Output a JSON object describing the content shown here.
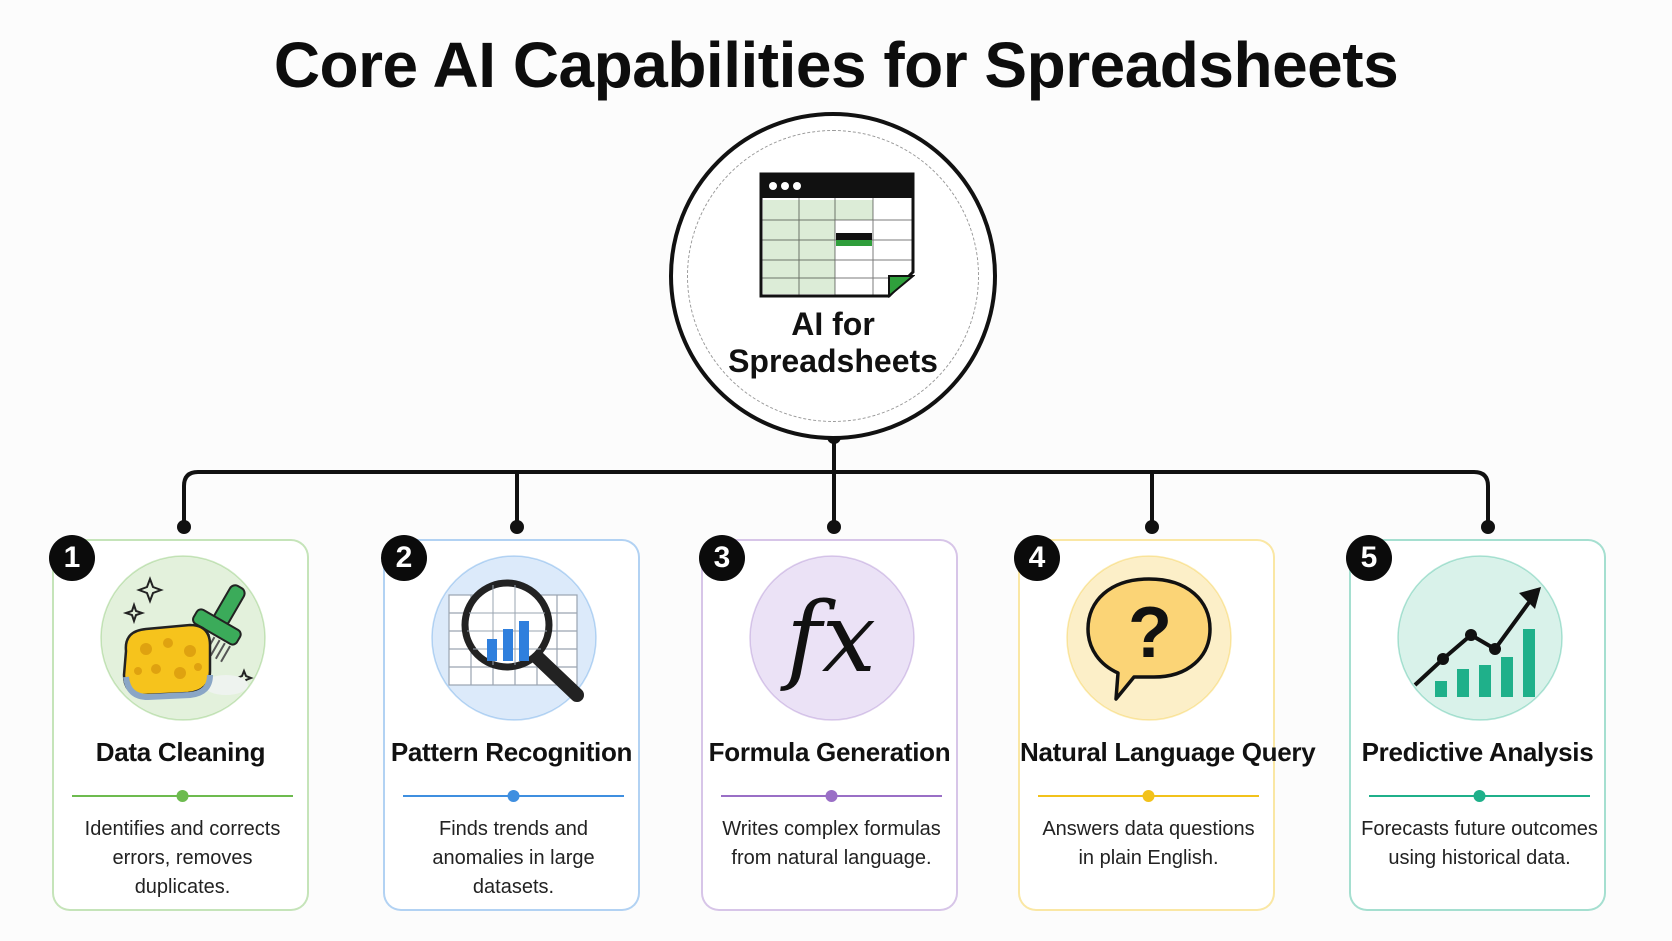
{
  "title": "Core AI Capabilities for Spreadsheets",
  "hub": {
    "label_line1": "AI for",
    "label_line2": "Spreadsheets"
  },
  "cards": [
    {
      "number": "1",
      "title": "Data Cleaning",
      "desc_line1": "Identifies and corrects",
      "desc_line2": "errors, removes duplicates.",
      "accent": "#6dbb4f",
      "tint": "#e3f1dc",
      "icon": "sponge-brush-icon"
    },
    {
      "number": "2",
      "title": "Pattern Recognition",
      "desc_line1": "Finds trends and",
      "desc_line2": "anomalies in large datasets.",
      "accent": "#3f8fe0",
      "tint": "#dceafa",
      "icon": "magnifier-chart-icon"
    },
    {
      "number": "3",
      "title": "Formula Generation",
      "desc_line1": "Writes complex formulas",
      "desc_line2": "from natural language.",
      "accent": "#9a6fc6",
      "tint": "#ebe2f6",
      "icon": "fx-icon",
      "icon_text": "fx"
    },
    {
      "number": "4",
      "title": "Natural Language Query",
      "desc_line1": "Answers data questions",
      "desc_line2": "in plain English.",
      "accent": "#f2c21b",
      "tint": "#fcefc8",
      "icon": "speech-question-icon",
      "icon_text": "?"
    },
    {
      "number": "5",
      "title": "Predictive Analysis",
      "desc_line1": "Forecasts future outcomes",
      "desc_line2": "using historical data.",
      "accent": "#1fb08a",
      "tint": "#d9f2ea",
      "icon": "trend-chart-icon"
    }
  ]
}
